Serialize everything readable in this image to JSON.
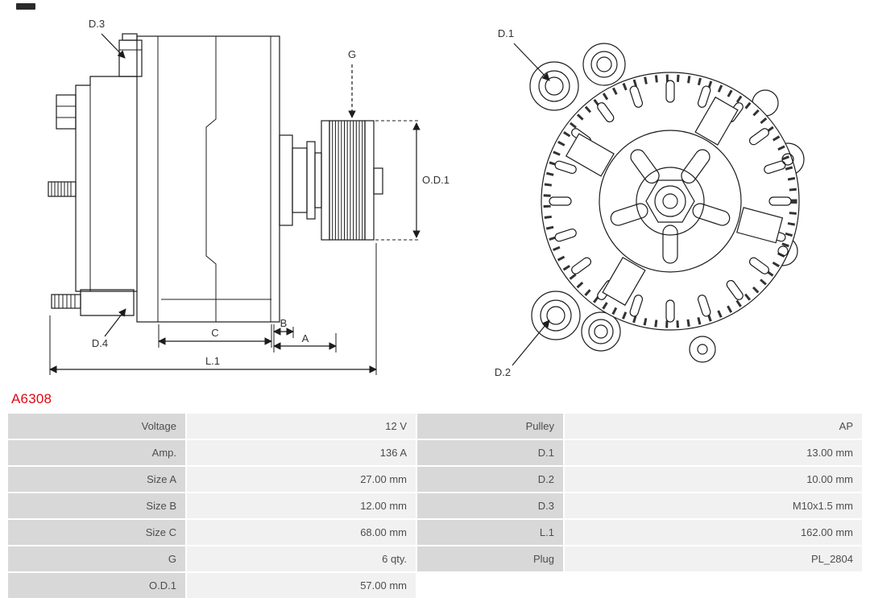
{
  "part_number": "A6308",
  "diagram_labels": {
    "d1": "D.1",
    "d2": "D.2",
    "d3": "D.3",
    "d4": "D.4",
    "g": "G",
    "od1": "O.D.1",
    "a": "A",
    "b": "B",
    "c": "C",
    "l1": "L.1"
  },
  "table": {
    "rows": [
      {
        "label1": "Voltage",
        "value1": "12 V",
        "label2": "Pulley",
        "value2": "AP"
      },
      {
        "label1": "Amp.",
        "value1": "136 A",
        "label2": "D.1",
        "value2": "13.00 mm"
      },
      {
        "label1": "Size A",
        "value1": "27.00 mm",
        "label2": "D.2",
        "value2": "10.00 mm"
      },
      {
        "label1": "Size B",
        "value1": "12.00 mm",
        "label2": "D.3",
        "value2": "M10x1.5 mm"
      },
      {
        "label1": "Size C",
        "value1": "68.00 mm",
        "label2": "L.1",
        "value2": "162.00 mm"
      },
      {
        "label1": "G",
        "value1": "6 qty.",
        "label2": "Plug",
        "value2": "PL_2804"
      },
      {
        "label1": "O.D.1",
        "value1": "57.00 mm",
        "label2": "",
        "value2": ""
      }
    ]
  },
  "colors": {
    "accent_red": "#e30613",
    "table_label_bg": "#d8d8d8",
    "table_value_bg": "#f1f1f1",
    "table_text": "#4d4d4d",
    "line_color": "#1c1c1c"
  }
}
